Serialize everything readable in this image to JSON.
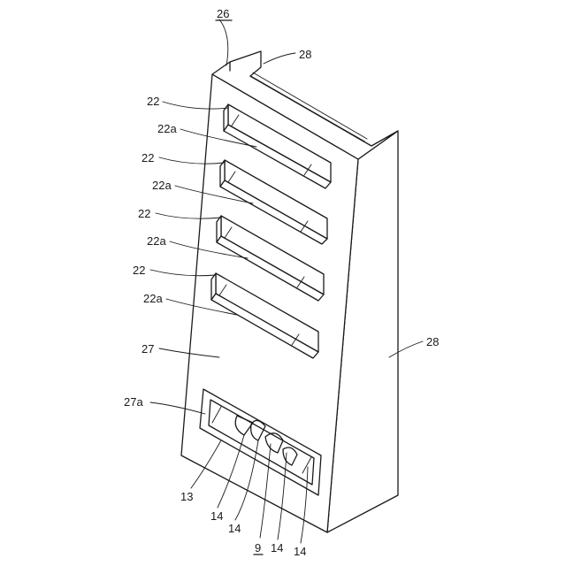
{
  "labels": {
    "l26": "26",
    "l28_top": "28",
    "l28_side": "28",
    "l22_1": "22",
    "l22a_1": "22a",
    "l22_2": "22",
    "l22a_2": "22a",
    "l22_3": "22",
    "l22a_3": "22a",
    "l22_4": "22",
    "l22a_4": "22a",
    "l27": "27",
    "l27a": "27a",
    "l13": "13",
    "l14_1": "14",
    "l14_2": "14",
    "l9": "9",
    "l14_3": "14",
    "l14_4": "14"
  }
}
